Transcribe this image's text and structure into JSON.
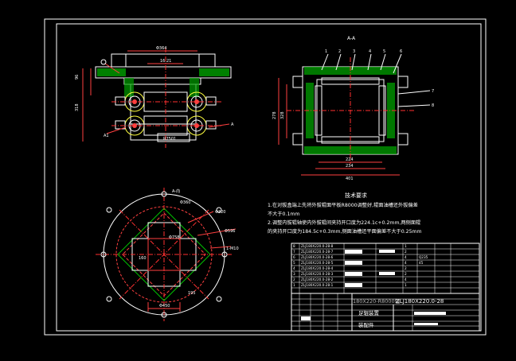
{
  "drawing": {
    "section_label": "A-A",
    "top_view_label": "A-向",
    "dims": {
      "top_width": "Φ364",
      "small_dim": "16.21",
      "height_a": "96",
      "height_b": "318",
      "left_marker": "A1",
      "right_marker": "A",
      "bottom_box": "R7501",
      "side_dim_1": "278",
      "side_dim_2": "328",
      "bot_dim_1": "224",
      "bot_dim_2": "234",
      "bot_dim_3": "401",
      "circle_left": "Φ320",
      "circle_right": "Φ360",
      "circle_phi": "Φ596",
      "circle_inner": "Φ758",
      "circle_bottom": "Φ450",
      "circle_rb": "1-M10",
      "circle_rb2": "195",
      "circle_left2": "160"
    },
    "balloons": [
      "1",
      "2",
      "3",
      "4",
      "5",
      "6",
      "7",
      "8"
    ]
  },
  "notes": {
    "title": "技术要求",
    "line1": "1.在对拔盒端上先将外拔辊面平板R8000调整好,辊面油槽还外拔偏差",
    "line2": "不大于0.1mm",
    "line3": "2.调整内拔辊轴使内外拔辊间夹持开口度为224.1c+0.2mm,两侧面辊",
    "line4": "的夹持开口度为184.5c+0.3mm,侧面油槽还平面偏差不大于0.25mm"
  },
  "title_block": {
    "part_code": "ZLJ180X220.0-28",
    "spec": "180X220-R8000辊",
    "name1": "足辊装置",
    "name2": "装配件",
    "bom_rows": [
      {
        "no": "8",
        "code": "ZLJ180X220.0-28-8",
        "name": "",
        "qty": "1",
        "mat": ""
      },
      {
        "no": "7",
        "code": "ZLJ180X220.0-28-7",
        "name": "",
        "qty": "2",
        "mat": ""
      },
      {
        "no": "6",
        "code": "ZLJ180X220.0-28-6",
        "name": "",
        "qty": "4",
        "mat": "Q235"
      },
      {
        "no": "5",
        "code": "ZLJ180X220.0-28-5",
        "name": "",
        "qty": "4",
        "mat": "45"
      },
      {
        "no": "4",
        "code": "ZLJ180X220.0-28-4",
        "name": "",
        "qty": "2",
        "mat": ""
      },
      {
        "no": "3",
        "code": "ZLJ180X220.0-28-3",
        "name": "",
        "qty": "2",
        "mat": ""
      },
      {
        "no": "2",
        "code": "ZLJ180X220.0-28-2",
        "name": "",
        "qty": "4",
        "mat": ""
      },
      {
        "no": "1",
        "code": "ZLJ180X220.0-28-1",
        "name": "",
        "qty": "1",
        "mat": ""
      }
    ]
  },
  "colors": {
    "background": "#000000",
    "line": "#ffffff",
    "hatch": "#00c000",
    "center": "#ff3030",
    "dim": "#ff4040",
    "yellow": "#ffff40",
    "cyan": "#40e0ff"
  }
}
